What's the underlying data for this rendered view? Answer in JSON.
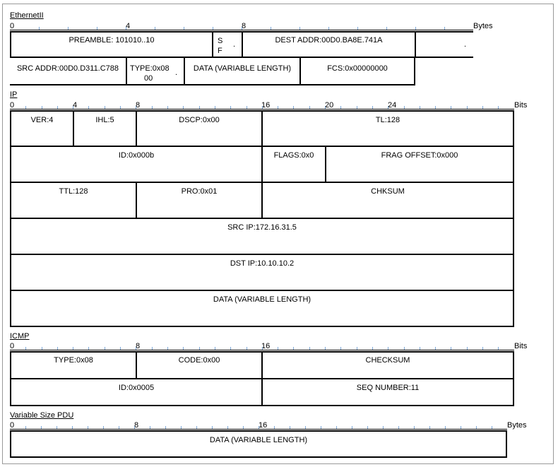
{
  "ethernet": {
    "title": "EthernetII",
    "ruler": {
      "n0": "0",
      "n4": "4",
      "n8": "8",
      "unit": "Bytes"
    },
    "preamble": "PREAMBLE: 101010..10",
    "sfd_s": "S",
    "sfd_f": "F",
    "dot": ".",
    "dest": "DEST ADDR:00D0.BA8E.741A",
    "src": "SRC ADDR:00D0.D311.C788",
    "type_line1": "TYPE:0x08",
    "type_line2": "00",
    "data": "DATA (VARIABLE LENGTH)",
    "fcs": "FCS:0x00000000"
  },
  "ip": {
    "title": "IP",
    "ruler": {
      "n0": "0",
      "n4": "4",
      "n8": "8",
      "n16": "16",
      "n20": "20",
      "n24": "24",
      "unit": "Bits"
    },
    "ver": "VER:4",
    "ihl": "IHL:5",
    "dscp": "DSCP:0x00",
    "tl": "TL:128",
    "id": "ID:0x000b",
    "flags": "FLAGS:0x0",
    "frag": "FRAG OFFSET:0x000",
    "ttl": "TTL:128",
    "pro": "PRO:0x01",
    "chksum": "CHKSUM",
    "src": "SRC IP:172.16.31.5",
    "dst": "DST IP:10.10.10.2",
    "data": "DATA (VARIABLE LENGTH)"
  },
  "icmp": {
    "title": "ICMP",
    "ruler": {
      "n0": "0",
      "n8": "8",
      "n16": "16",
      "unit": "Bits"
    },
    "type": "TYPE:0x08",
    "code": "CODE:0x00",
    "checksum": "CHECKSUM",
    "id": "ID:0x0005",
    "seq": "SEQ NUMBER:11"
  },
  "pdu": {
    "title": "Variable Size PDU",
    "ruler": {
      "n0": "0",
      "n8": "8",
      "n16": "16",
      "unit": "Bytes"
    },
    "data": "DATA (VARIABLE LENGTH)"
  }
}
